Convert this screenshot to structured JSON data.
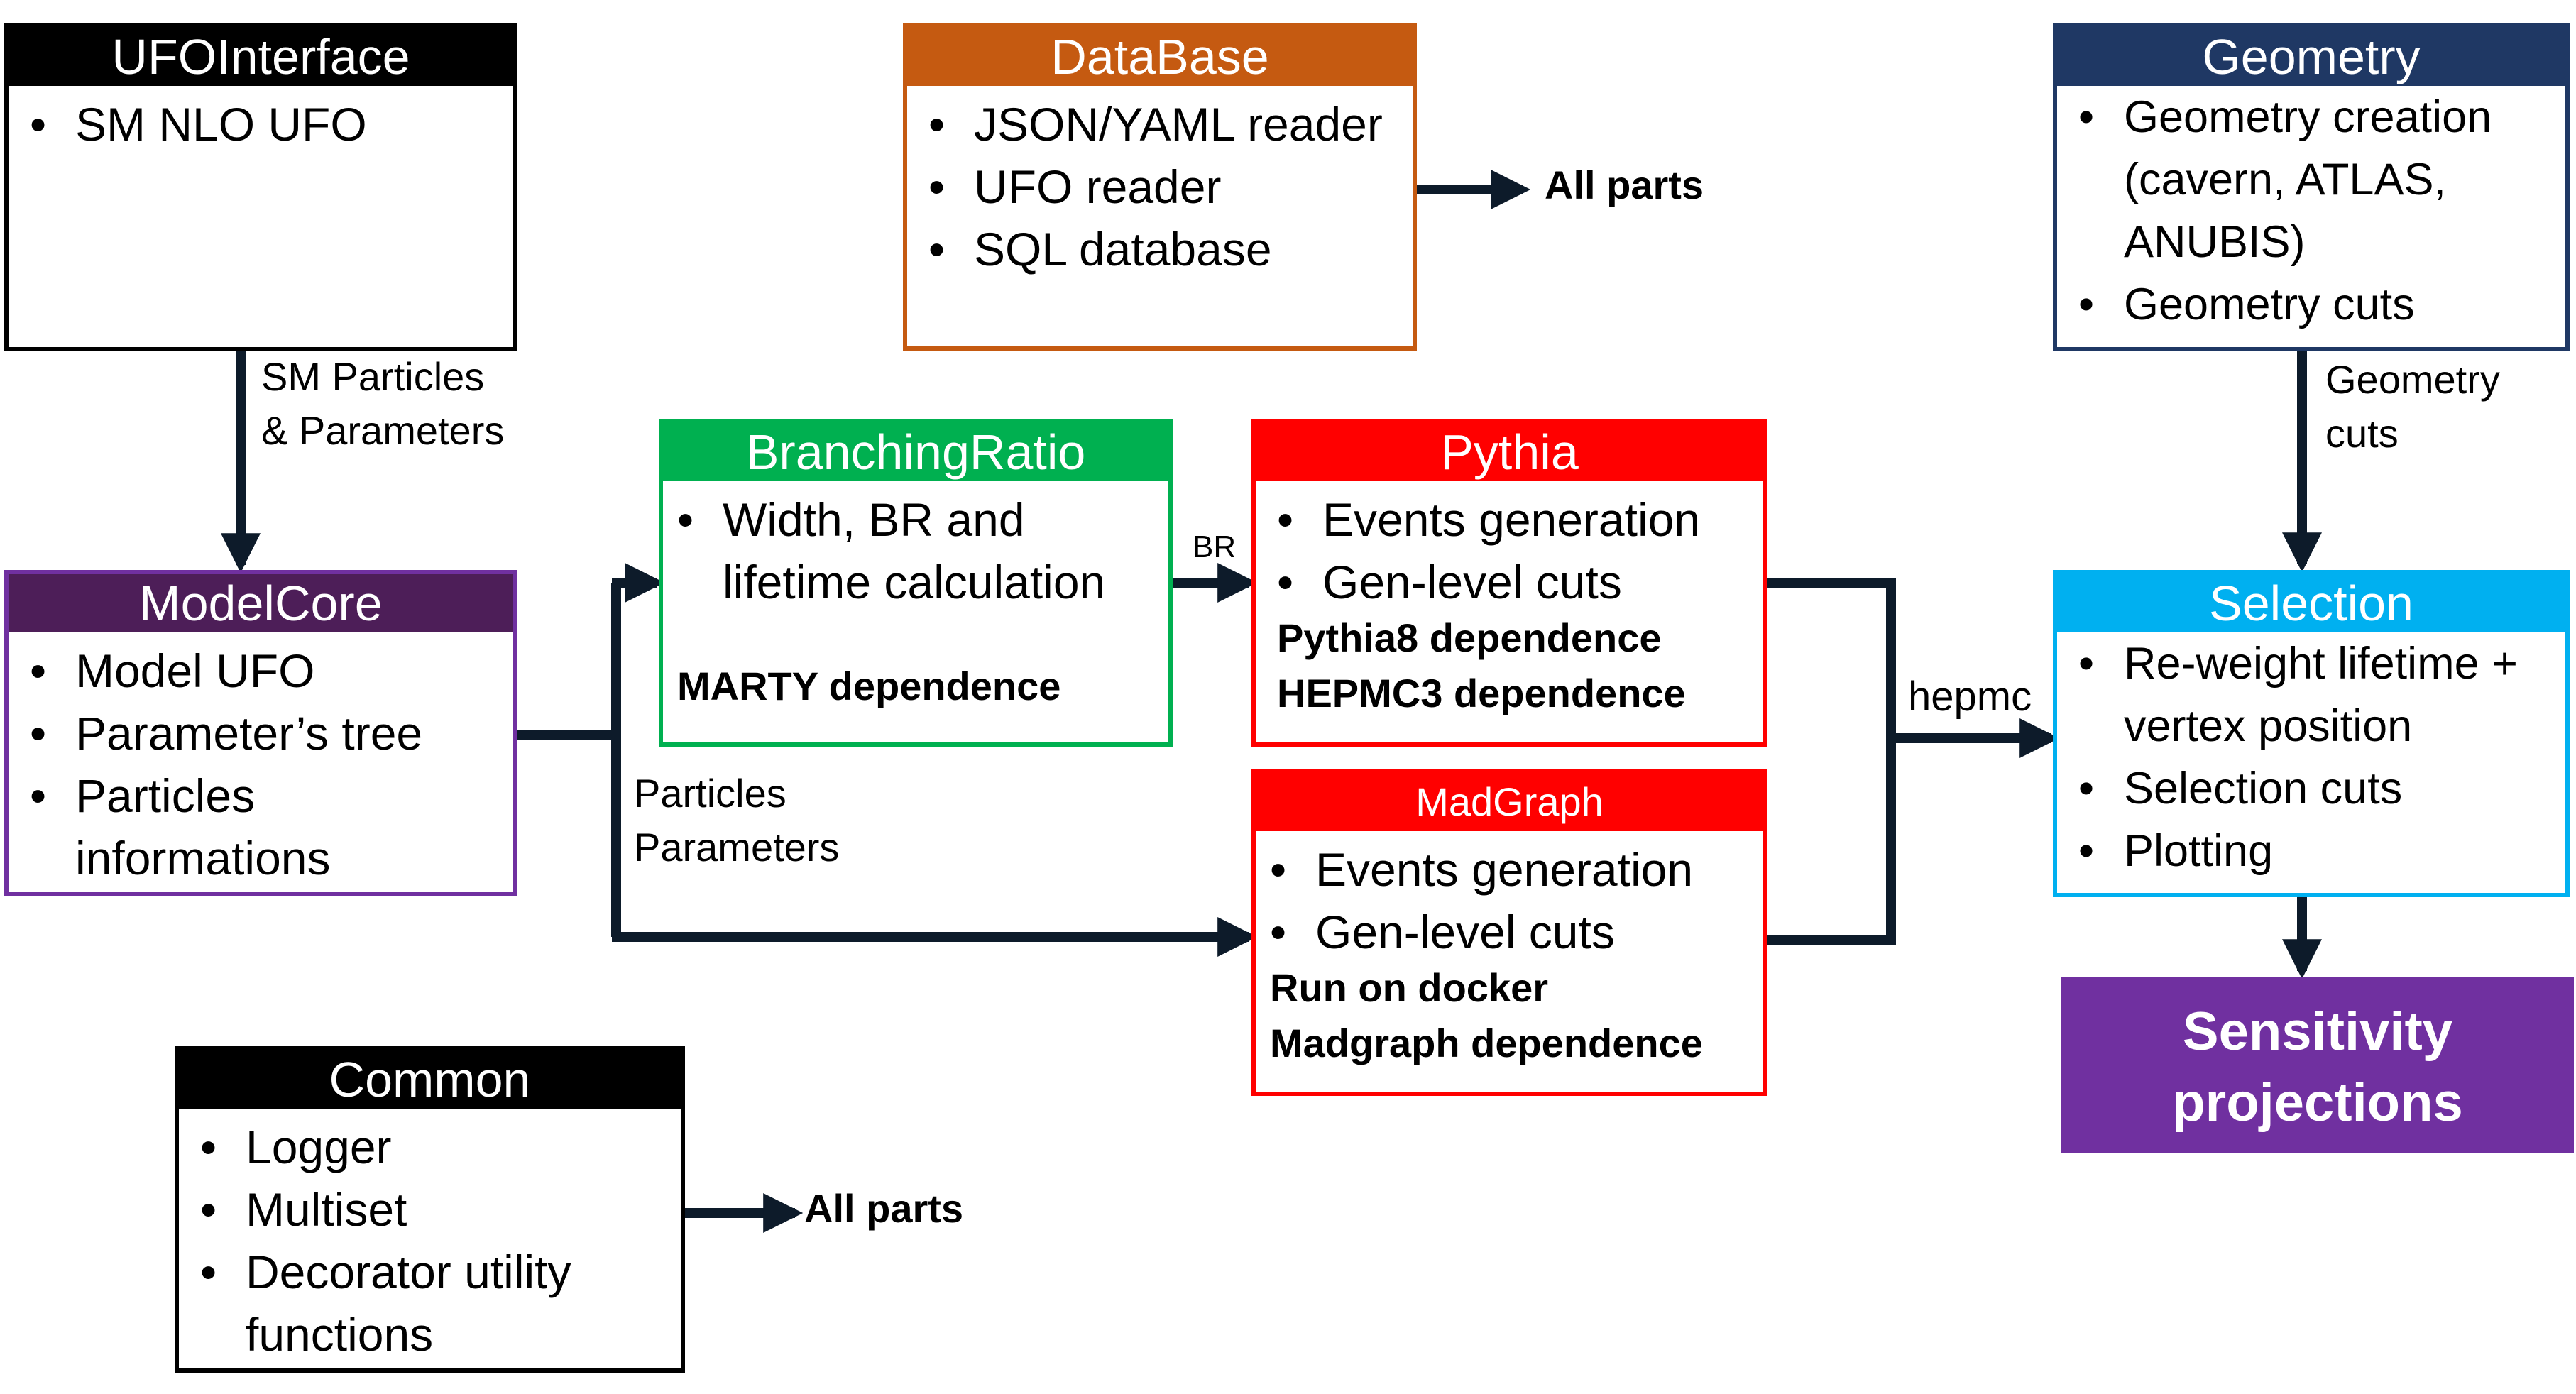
{
  "colors": {
    "black": "#000000",
    "ufointerface": "#000000",
    "database": "#c55a11",
    "geometry": "#1f3864",
    "modelcore": "#4d1e58",
    "modelcore_border": "#7030a0",
    "branching": "#00b050",
    "pythia": "#ff0000",
    "madgraph": "#ff0000",
    "selection": "#00b0f0",
    "sensitivity": "#7030a0",
    "arrow": "#0d1b2a"
  },
  "boxes": {
    "ufointerface": {
      "title": "UFOInterface",
      "items": [
        "SM NLO UFO"
      ]
    },
    "database": {
      "title": "DataBase",
      "items": [
        "JSON/YAML reader",
        "UFO reader",
        "SQL database"
      ]
    },
    "geometry": {
      "title": "Geometry",
      "items": [
        "Geometry creation (cavern, ATLAS, ANUBIS)",
        "Geometry cuts"
      ]
    },
    "modelcore": {
      "title": "ModelCore",
      "items": [
        "Model UFO",
        "Parameter’s tree",
        "Particles informations"
      ]
    },
    "branchingratio": {
      "title": "BranchingRatio",
      "items": [
        "Width, BR and lifetime calculation"
      ],
      "note": "MARTY dependence"
    },
    "pythia": {
      "title": "Pythia",
      "items": [
        "Events generation",
        "Gen-level cuts"
      ],
      "notes": [
        "Pythia8 dependence",
        "HEPMC3 dependence"
      ]
    },
    "madgraph": {
      "title": "MadGraph",
      "items": [
        "Events generation",
        "Gen-level cuts"
      ],
      "notes": [
        "Run on docker",
        "Madgraph dependence"
      ]
    },
    "selection": {
      "title": "Selection",
      "items": [
        "Re-weight lifetime + vertex position",
        "Selection cuts",
        "Plotting"
      ]
    },
    "common": {
      "title": "Common",
      "items": [
        "Logger",
        "Multiset",
        "Decorator utility functions"
      ]
    },
    "sensitivity": {
      "line1": "Sensitivity",
      "line2": "projections"
    }
  },
  "labels": {
    "sm_particles_line1": "SM Particles",
    "sm_particles_line2": "& Parameters",
    "all_parts_database": "All parts",
    "all_parts_common": "All parts",
    "geometry_cuts_line1": "Geometry",
    "geometry_cuts_line2": "cuts",
    "br": "BR",
    "particles_line1": "Particles",
    "particles_line2": "Parameters",
    "hepmc": "hepmc"
  },
  "icons": {
    "arrowhead": "arrowhead-icon"
  }
}
